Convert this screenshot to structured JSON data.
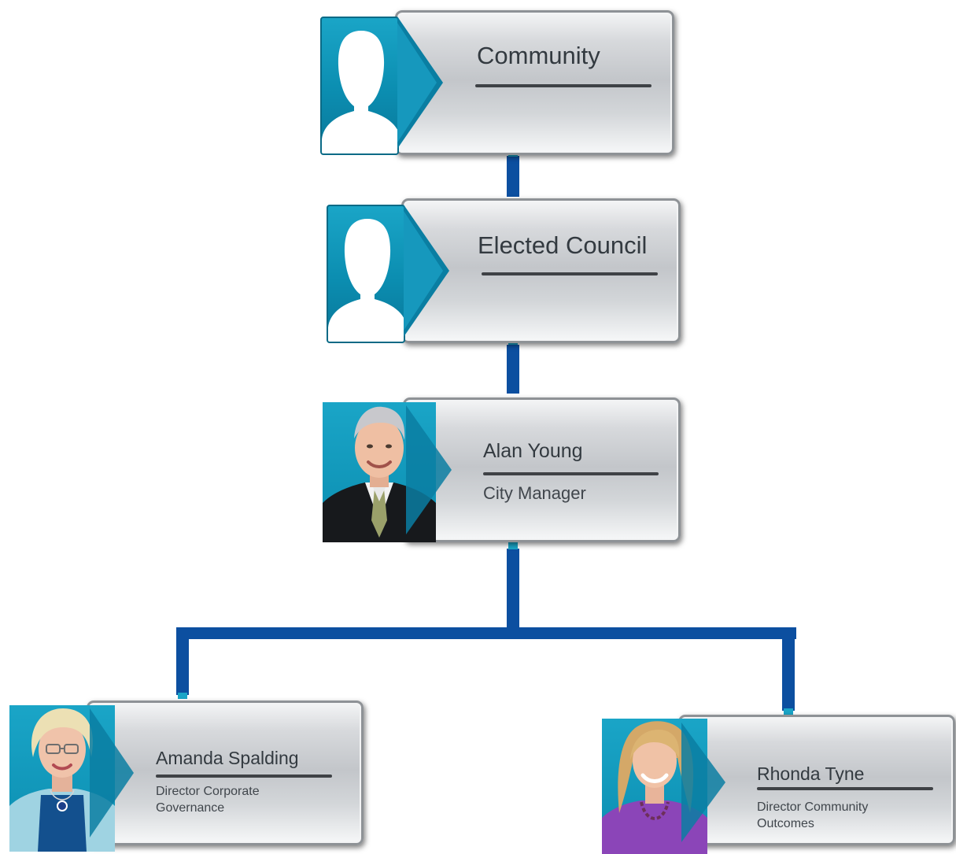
{
  "org_chart": {
    "nodes": [
      {
        "id": "community",
        "title": "Community",
        "role": ""
      },
      {
        "id": "council",
        "title": "Elected Council",
        "role": ""
      },
      {
        "id": "manager",
        "title": "Alan Young",
        "role": "City Manager"
      },
      {
        "id": "corporate",
        "title": "Amanda Spalding",
        "role": "Director Corporate Governance"
      },
      {
        "id": "community-outcomes",
        "title": "Rhonda Tyne",
        "role": "Director Community Outcomes"
      }
    ],
    "edges": [
      {
        "from": "community",
        "to": "council"
      },
      {
        "from": "council",
        "to": "manager"
      },
      {
        "from": "manager",
        "to": "corporate"
      },
      {
        "from": "manager",
        "to": "community-outcomes"
      }
    ]
  },
  "colors": {
    "connector": "#0c4fa0",
    "accent": "#0b8db0",
    "text": "#333a40"
  },
  "icons": {
    "placeholder": "person-silhouette-icon"
  }
}
